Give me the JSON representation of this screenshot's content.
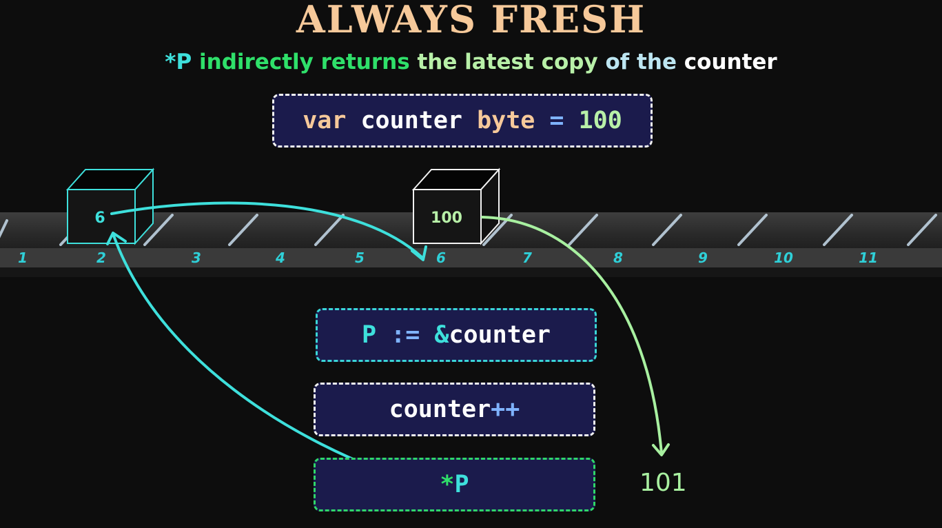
{
  "title": "ALWAYS FRESH",
  "subtitle": {
    "parts": [
      {
        "text": "*P ",
        "color": "#3ee0dc"
      },
      {
        "text": "indirectly returns ",
        "color": "#2fe06a"
      },
      {
        "text": "the latest copy ",
        "color": "#b8f0a8"
      },
      {
        "text": "of the ",
        "color": "#bde6f2"
      },
      {
        "text": "counter",
        "color": "#ffffff"
      }
    ]
  },
  "declaration": {
    "tokens": [
      {
        "text": "var ",
        "color": "#f6c99a"
      },
      {
        "text": "counter ",
        "color": "#ffffff"
      },
      {
        "text": "byte ",
        "color": "#f6c99a"
      },
      {
        "text": "= ",
        "color": "#7fb3ff"
      },
      {
        "text": "100",
        "color": "#b8f0a8"
      }
    ]
  },
  "memory": {
    "addresses": [
      "1",
      "2",
      "3",
      "4",
      "5",
      "6",
      "7",
      "8",
      "9",
      "10",
      "11"
    ],
    "cells": [
      {
        "address": "2",
        "value": "6",
        "outline": "#3ee0dc",
        "text_color": "#3ee0dc"
      },
      {
        "address": "6",
        "value": "100",
        "outline": "#f2f2f2",
        "text_color": "#b8f0a8"
      }
    ]
  },
  "statements": [
    {
      "name": "pointer-assignment",
      "border": "cyan",
      "tokens": [
        {
          "text": "P ",
          "color": "#3ee0dc"
        },
        {
          "text": ":= ",
          "color": "#7fb3ff"
        },
        {
          "text": "&",
          "color": "#3ee0dc"
        },
        {
          "text": "counter",
          "color": "#ffffff"
        }
      ]
    },
    {
      "name": "counter-increment",
      "border": "white",
      "tokens": [
        {
          "text": "counter",
          "color": "#ffffff"
        },
        {
          "text": "++",
          "color": "#7fb3ff"
        }
      ]
    },
    {
      "name": "pointer-dereference",
      "border": "green",
      "tokens": [
        {
          "text": "*",
          "color": "#2fe06a"
        },
        {
          "text": "P",
          "color": "#3ee0dc"
        }
      ]
    }
  ],
  "result": "101",
  "colors": {
    "background": "#0d0d0d",
    "title": "#f6c99a",
    "code_box": "#1b1b4c",
    "pointer_arrow": "#3ee0dc",
    "value_arrow": "#a8f0a0"
  }
}
